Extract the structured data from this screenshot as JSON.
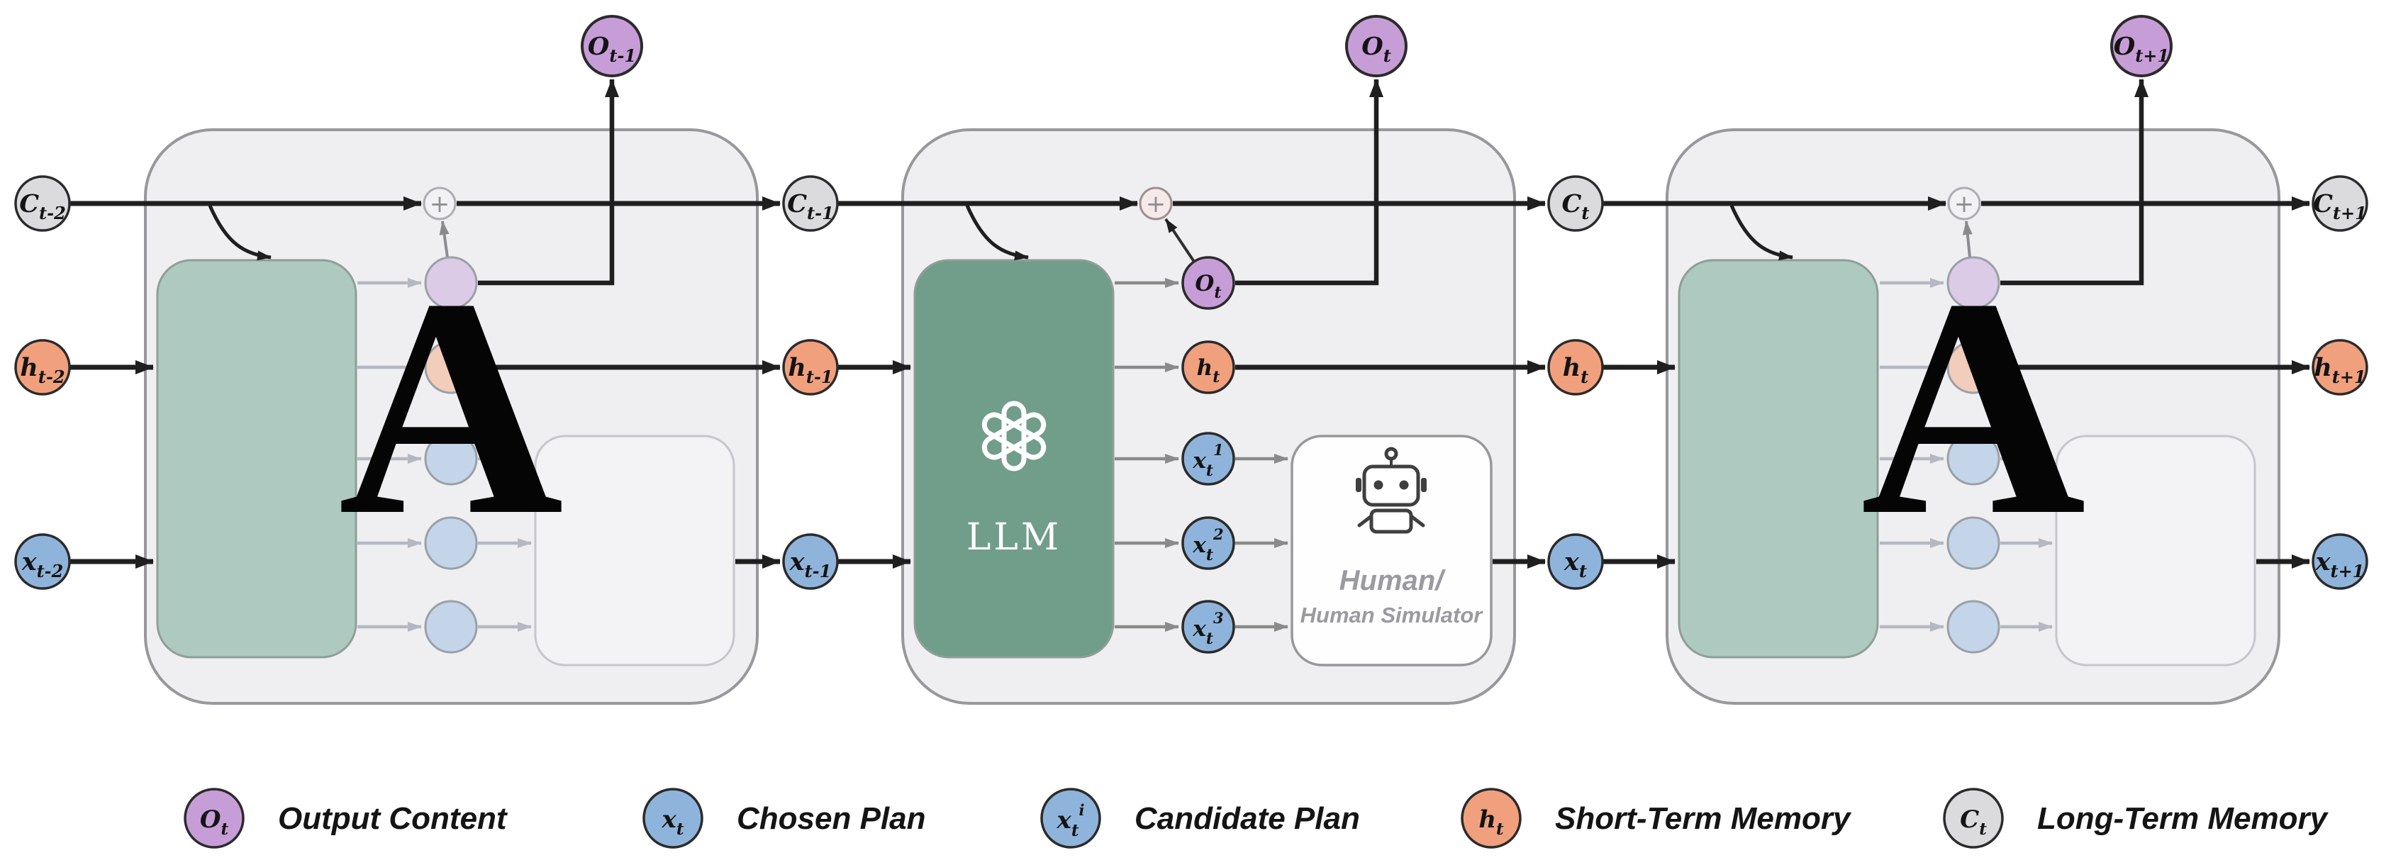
{
  "colors": {
    "purple": "#C79DD8",
    "purple_faded": "#DCCBE6",
    "blue": "#8FB4DB",
    "blue_faded": "#C5D5E9",
    "orange": "#F1A07E",
    "orange_faded": "#F2CDBB",
    "gray": "#DBDBDE",
    "green": "#719D8B",
    "green_faded": "#AECAC0"
  },
  "nodes": {
    "o_prev": {
      "main": "O",
      "sub": "t-1"
    },
    "o_cur": {
      "main": "O",
      "sub": "t"
    },
    "o_next": {
      "main": "O",
      "sub": "t+1"
    },
    "c_tm2": {
      "main": "C",
      "sub": "t-2"
    },
    "c_tm1": {
      "main": "C",
      "sub": "t-1"
    },
    "c_t": {
      "main": "C",
      "sub": "t"
    },
    "c_tp1": {
      "main": "C",
      "sub": "t+1"
    },
    "h_tm2": {
      "main": "h",
      "sub": "t-2"
    },
    "h_tm1": {
      "main": "h",
      "sub": "t-1"
    },
    "h_t": {
      "main": "h",
      "sub": "t"
    },
    "h_tp1": {
      "main": "h",
      "sub": "t+1"
    },
    "x_tm2": {
      "main": "x",
      "sub": "t-2"
    },
    "x_tm1": {
      "main": "x",
      "sub": "t-1"
    },
    "x_t": {
      "main": "x",
      "sub": "t"
    },
    "x_tp1": {
      "main": "x",
      "sub": "t+1"
    },
    "o_inner": {
      "main": "O",
      "sub": "t"
    },
    "h_inner": {
      "main": "h",
      "sub": "t"
    },
    "x_cand_1": {
      "main": "x",
      "sub": "t",
      "sup": "1"
    },
    "x_cand_2": {
      "main": "x",
      "sub": "t",
      "sup": "2"
    },
    "x_cand_3": {
      "main": "x",
      "sub": "t",
      "sup": "3"
    },
    "plus_sign": "+",
    "cell_label": "A"
  },
  "llm_box": {
    "label": "LLM"
  },
  "human_box": {
    "title": "Human/",
    "subtitle": "Human Simulator"
  },
  "legend": {
    "items": [
      {
        "sym_main": "O",
        "sym_sub": "t",
        "label": "Output Content",
        "color": "purple"
      },
      {
        "sym_main": "x",
        "sym_sub": "t",
        "label": "Chosen Plan",
        "color": "blue"
      },
      {
        "sym_main": "x",
        "sym_sub": "t",
        "sym_sup": "i",
        "label": "Candidate Plan",
        "color": "blue"
      },
      {
        "sym_main": "h",
        "sym_sub": "t",
        "label": "Short-Term Memory",
        "color": "orange"
      },
      {
        "sym_main": "C",
        "sym_sub": "t",
        "label": "Long-Term Memory",
        "color": "gray"
      }
    ]
  }
}
